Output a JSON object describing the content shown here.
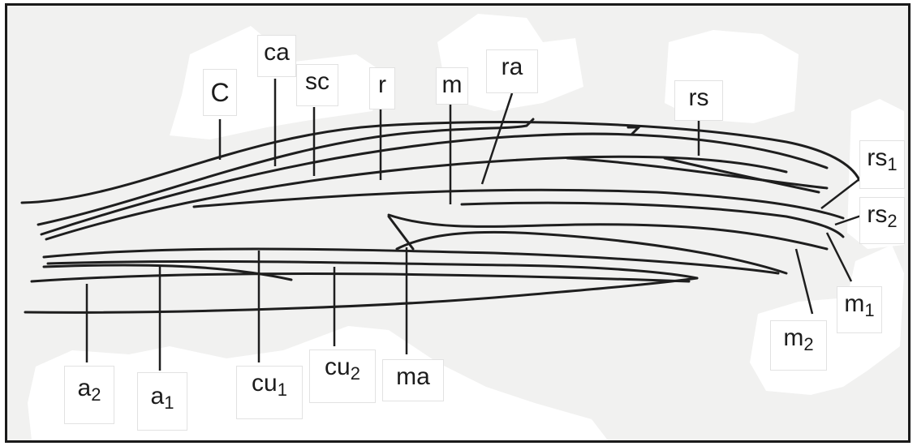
{
  "colors": {
    "paper": "#f1f1f0",
    "ink": "#1e1e1e",
    "label_bg": "#ffffff",
    "frame": "#1a1a1a"
  },
  "labels": {
    "C": {
      "text": "C"
    },
    "ca": {
      "text": "ca"
    },
    "sc": {
      "text": "sc"
    },
    "r": {
      "text": "r"
    },
    "m": {
      "text": "m"
    },
    "ra": {
      "text": "ra"
    },
    "rs": {
      "text": "rs"
    },
    "rs1": {
      "base": "rs",
      "sub": "1"
    },
    "rs2": {
      "base": "rs",
      "sub": "2"
    },
    "m1": {
      "base": "m",
      "sub": "1"
    },
    "m2": {
      "base": "m",
      "sub": "2"
    },
    "ma": {
      "text": "ma"
    },
    "cu2": {
      "base": "cu",
      "sub": "2"
    },
    "cu1": {
      "base": "cu",
      "sub": "1"
    },
    "a1": {
      "base": "a",
      "sub": "1"
    },
    "a2": {
      "base": "a",
      "sub": "2"
    }
  }
}
